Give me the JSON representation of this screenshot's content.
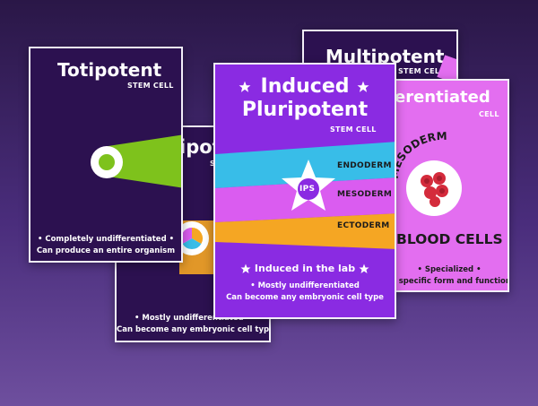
{
  "cards": {
    "totipotent": {
      "title": "Totipotent",
      "subtitle": "STEM CELL",
      "line1": "• Completely undifferentiated •",
      "line2": "Can produce an entire organism"
    },
    "pluripotent": {
      "title_fragment": "ipot",
      "subtitle_fragment": "S",
      "line1": "• Mostly undifferentiated •",
      "line2": "Can become any embryonic cell type"
    },
    "multipotent": {
      "title": "Multipotent",
      "subtitle": "STEM CELL"
    },
    "differentiated": {
      "title_fragment": "erentiated",
      "subtitle_fragment": "CELL",
      "arc_label": "MESODERM",
      "banner_label": "BLOOD CELLS",
      "line1": "• Specialized •",
      "line2": "a specific form and function"
    },
    "induced": {
      "title_line1": "Induced",
      "title_line2": "Pluripotent",
      "subtitle": "STEM CELL",
      "badge": "IPS",
      "band_endoderm": "ENDODERM",
      "band_mesoderm": "MESODERM",
      "band_ectoderm": "ECTODERM",
      "lab_label": "Induced in the lab",
      "line1": "• Mostly undifferentiated",
      "line2": "Can become any embryonic cell type"
    }
  },
  "colors": {
    "dark_card": "#2c1150",
    "induced_card": "#8a2be2",
    "pink_card": "#e36ef0",
    "endoderm": "#38bde8",
    "mesoderm": "#da5cf0",
    "ectoderm": "#f5a623",
    "green_beam": "#7ec21c",
    "blood_red": "#d42b3c"
  }
}
